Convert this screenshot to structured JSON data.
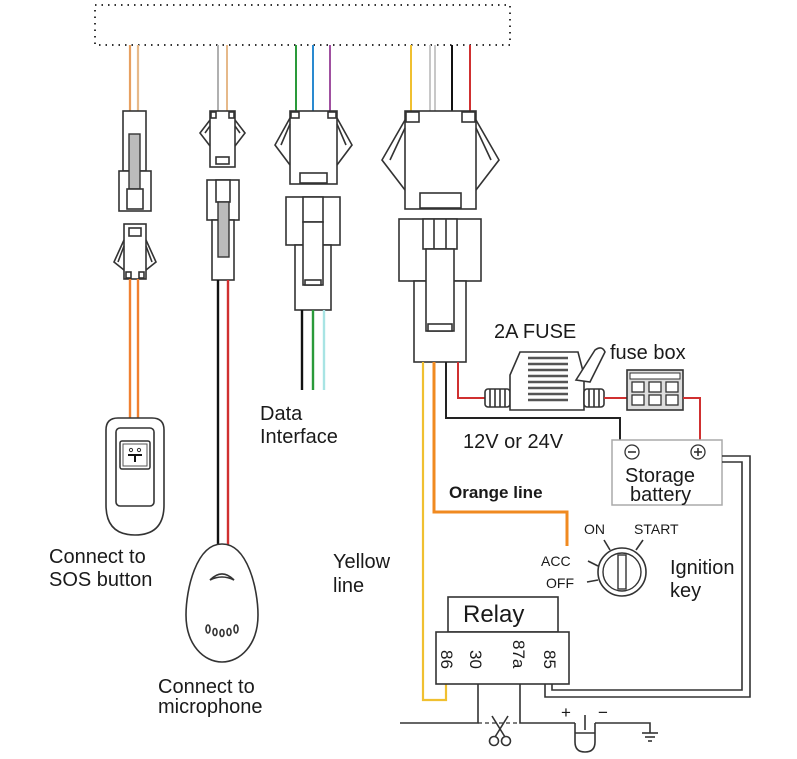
{
  "title": "GPS tracker wiring diagram",
  "colors": {
    "orange": "#f08030",
    "light_orange": "#e8a060",
    "tan": "#e6b98a",
    "gray": "#b0b0b0",
    "green": "#2a9a3a",
    "blue": "#2a8ad0",
    "purple": "#a050a0",
    "yellow": "#f0c030",
    "red": "#d03030",
    "black": "#111111",
    "cyan": "#a8e4e4",
    "orange_line": "#f08a20"
  },
  "labels": {
    "sos": [
      "Connect to",
      "SOS button"
    ],
    "microphone": [
      "Connect to",
      "microphone"
    ],
    "data_interface": [
      "Data",
      "Interface"
    ],
    "fuse": "2A FUSE",
    "fuse_box": "fuse box",
    "voltage": "12V or 24V",
    "battery": [
      "Storage",
      "battery"
    ],
    "battery_minus": "−",
    "battery_plus": "+",
    "orange_line": "Orange line",
    "yellow_line": [
      "Yellow",
      "line"
    ],
    "ignition_positions": [
      "ON",
      "START",
      "ACC",
      "OFF"
    ],
    "ignition_key": [
      "Ignition",
      "key"
    ],
    "relay": "Relay",
    "relay_pins": [
      "86",
      "30",
      "87a",
      "85"
    ],
    "horn_plus": "+",
    "horn_minus": "−"
  }
}
